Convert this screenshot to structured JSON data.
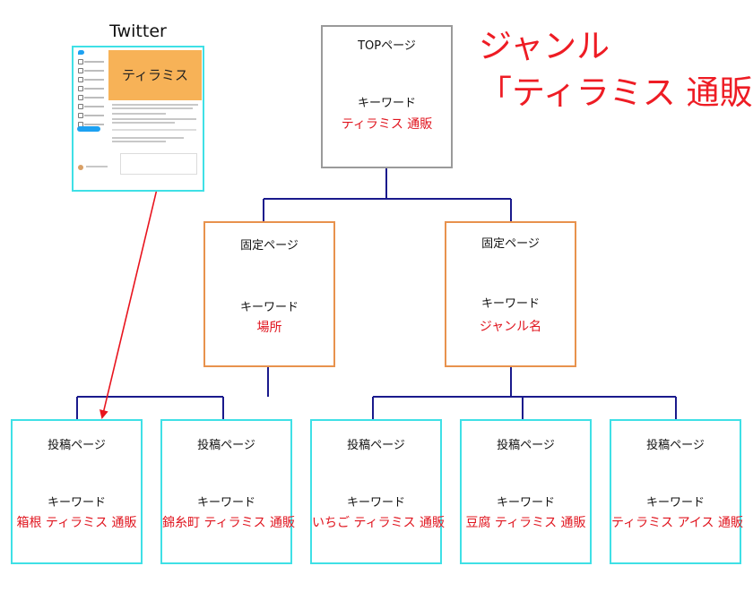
{
  "genre": {
    "line1": "ジャンル",
    "line2": "「ティラミス 通販」",
    "color": "#ee1c24"
  },
  "twitter": {
    "label": "Twitter",
    "banner_text": "ティラミス"
  },
  "top": {
    "title": "TOPページ",
    "keyword_label": "キーワード",
    "keyword": "ティラミス 通販"
  },
  "fixed_pages": [
    {
      "title": "固定ページ",
      "keyword_label": "キーワード",
      "keyword": "場所"
    },
    {
      "title": "固定ページ",
      "keyword_label": "キーワード",
      "keyword": "ジャンル名"
    }
  ],
  "post_pages": [
    {
      "title": "投稿ページ",
      "keyword_label": "キーワード",
      "keyword": "箱根 ティラミス 通販"
    },
    {
      "title": "投稿ページ",
      "keyword_label": "キーワード",
      "keyword": "錦糸町 ティラミス 通販"
    },
    {
      "title": "投稿ページ",
      "keyword_label": "キーワード",
      "keyword": "いちご ティラミス 通販"
    },
    {
      "title": "投稿ページ",
      "keyword_label": "キーワード",
      "keyword": "豆腐 ティラミス 通販"
    },
    {
      "title": "投稿ページ",
      "keyword_label": "キーワード",
      "keyword": "ティラミス アイス 通販"
    }
  ],
  "colors": {
    "connector": "#1a1a8c",
    "arrow": "#e8141e",
    "top_border": "#9a9a9a",
    "fixed_border": "#e8924d",
    "post_border": "#3fe0e6"
  }
}
